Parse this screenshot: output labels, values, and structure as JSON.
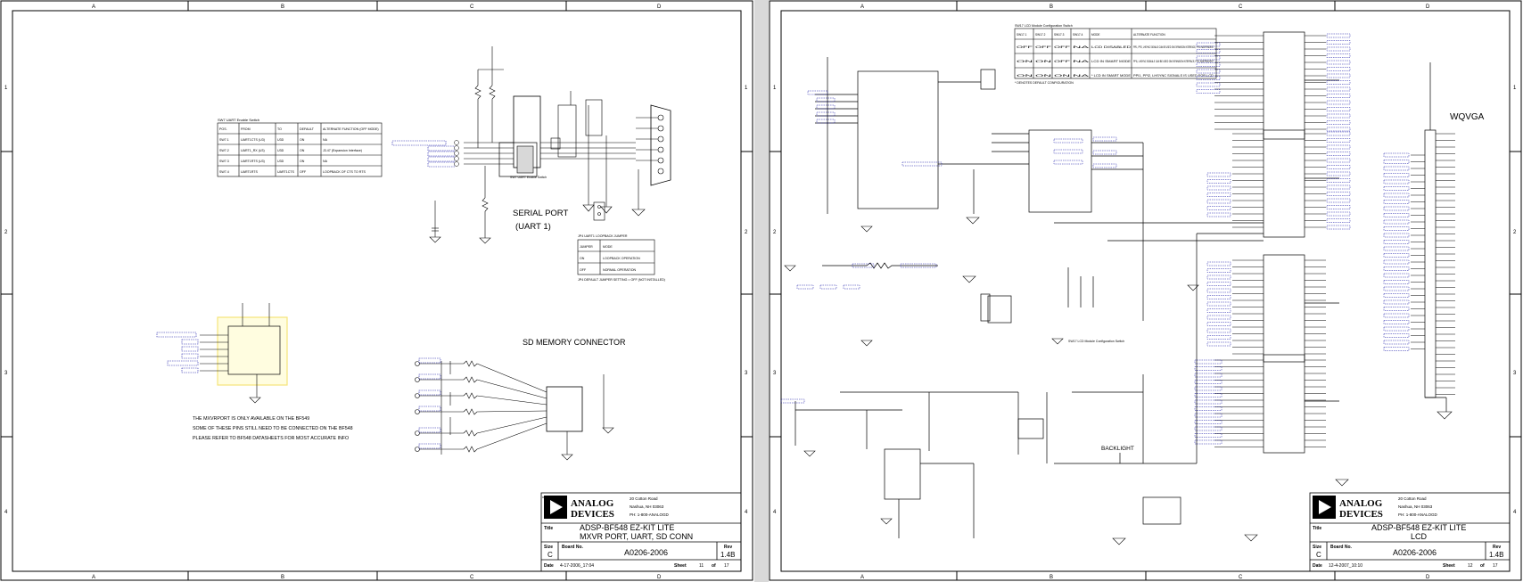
{
  "left_sheet": {
    "frame": {
      "col_letters": [
        "A",
        "B",
        "C",
        "D"
      ],
      "row_numbers": [
        "1",
        "2",
        "3",
        "4"
      ]
    },
    "sw_table": {
      "title": "SW7 UART Enable Switch",
      "headers": [
        "POS.",
        "FROM",
        "TO",
        "DEFAULT",
        "ALTERNATE FUNCTION (OFF MODE)"
      ],
      "rows": [
        [
          "SW7.1",
          "UART1CTS (U3)",
          "U3D",
          "ON",
          "NA"
        ],
        [
          "SW7.2",
          "UART1_RX (U3)",
          "U3D",
          "ON",
          "J3.47 (Expansion Interface)"
        ],
        [
          "SW7.3",
          "UART1RTS (U3)",
          "U3D",
          "ON",
          "NA"
        ],
        [
          "SW7.4",
          "UART1RTS",
          "UART1CTS",
          "OFF",
          "LOOPBACK OF CTS TO RTS"
        ]
      ]
    },
    "serial_port_label": "SERIAL PORT",
    "uart_label": "(UART 1)",
    "switch_caption": "SW7 UART Enable Switch",
    "jp_table": {
      "title": "JP4 UART1 LOOPBACK JUMPER",
      "headers": [
        "JUMPER",
        "MODE"
      ],
      "rows": [
        [
          "ON",
          "LOOPBACK OPERATION"
        ],
        [
          "OFF",
          "NORMAL OPERATION"
        ]
      ],
      "note": "JP4 DEFAULT JUMPER SETTING = OFF (NOT INSTALLED)"
    },
    "sd_label": "SD MEMORY CONNECTOR",
    "mxvr_notes": [
      "THE MXVRPORT IS ONLY AVAILABLE ON THE BF549",
      "SOME OF THESE PINS STILL NEED TO BE CONNECTED ON THE BF548",
      "PLEASE REFER TO BF548 DATASHEETS FOR MOST ACCURATE INFO"
    ],
    "title_block": {
      "company_line1": "ANALOG",
      "company_line2": "DEVICES",
      "address1": "20 Cotton Road",
      "address2": "Nashua, NH 03063",
      "phone": "PH: 1-800-ANALOGD",
      "title_label": "Title",
      "title1": "ADSP-BF548 EZ-KIT LITE",
      "title2": "MXVR PORT, UART, SD CONN",
      "size_label": "Size",
      "size": "C",
      "board_label": "Board No.",
      "board_no": "A0206-2006",
      "rev_label": "Rev",
      "rev": "1.4B",
      "date_label": "Date",
      "date": "4-17-2006_17:04",
      "sheet_label": "Sheet",
      "sheet": "11",
      "of_label": "of",
      "sheet_total": "17"
    }
  },
  "right_sheet": {
    "frame": {
      "col_letters": [
        "A",
        "B",
        "C",
        "D"
      ],
      "row_numbers": [
        "1",
        "2",
        "3",
        "4"
      ]
    },
    "lcd_table": {
      "title": "SW17 LCD Module Configuration Switch",
      "headers": [
        "SW17.1",
        "SW17.2",
        "SW17.3",
        "SW17.4",
        "MODE",
        "ALTERNATE FUNCTION"
      ],
      "rows": [
        [
          "OFF",
          "OFF",
          "OFF",
          "NA",
          "LCD DISABLED",
          "PPI1, PPI2, LHSYNC SIGNALS CAN BE USED ON EXPANSION INTERFACE, PPI1 INDEPENDENT"
        ],
        [
          "ON",
          "ON",
          "OFF",
          "NA",
          "LCD IN SMART MODE",
          "PPI1, LHSYNC SIGNALS CAN BE USED ON EXPANSION INTERFACE, PPI1 INDEPENDENT"
        ],
        [
          "ON",
          "ON",
          "ON",
          "NA",
          "* LCD IN SMART MODE",
          "PPI1, PPI2, LHSYNC SIGNALS IS USED FOR LCD"
        ]
      ],
      "note": "* DENOTES DEFAULT CONFIGURATION"
    },
    "wqvga_label": "WQVGA",
    "backlight_label": "BACKLIGHT",
    "lcd_switch_caption": "SW17 LCD Module Configuration Switch",
    "title_block": {
      "company_line1": "ANALOG",
      "company_line2": "DEVICES",
      "address1": "20 Cotton Road",
      "address2": "Nashua, NH 03063",
      "phone": "PH: 1-800-ANALOGD",
      "title_label": "Title",
      "title1": "ADSP-BF548 EZ-KIT LITE",
      "title2": "LCD",
      "size_label": "Size",
      "size": "C",
      "board_label": "Board No.",
      "board_no": "A0206-2006",
      "rev_label": "Rev",
      "rev": "1.4B",
      "date_label": "Date",
      "date": "12-4-2007_10:10",
      "sheet_label": "Sheet",
      "sheet": "12",
      "of_label": "of",
      "sheet_total": "17"
    }
  }
}
